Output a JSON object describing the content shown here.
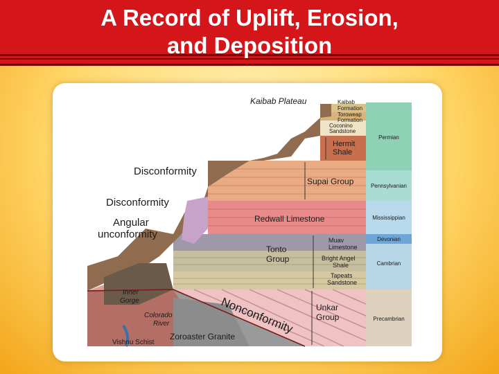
{
  "title_line1": "A Record of Uplift, Erosion,",
  "title_line2": "and Deposition",
  "colors": {
    "title_bg": "#d4161b",
    "title_text": "#ffffff",
    "background": "#ffd86a"
  },
  "diagram": {
    "plateau": "Kaibab Plateau",
    "formations": {
      "kaibab": "Kaibab",
      "kaibab2": "Formation",
      "toroweap": "Toroweap",
      "toroweap2": "Formation",
      "coconino": "Coconino",
      "coconino2": "Sandstone",
      "hermit": "Hermit",
      "hermit2": "Shale",
      "supai": "Supai Group",
      "redwall": "Redwall Limestone",
      "muav": "Muav",
      "muav2": "Limestone",
      "tonto": "Tonto",
      "tonto2": "Group",
      "bright": "Bright Angel",
      "bright2": "Shale",
      "tapeats": "Tapeats",
      "tapeats2": "Sandstone",
      "unkar": "Unkar",
      "unkar2": "Group",
      "zoroaster": "Zoroaster Granite",
      "vishnu": "Vishnu Schist",
      "inner": "Inner",
      "inner2": "Gorge",
      "colorado": "Colorado",
      "colorado2": "River"
    },
    "features": {
      "disconformity_upper": "Disconformity",
      "disconformity_lower": "Disconformity",
      "angular": "Angular",
      "angular2": "unconformity",
      "nonconformity": "Nonconformity"
    },
    "periods": {
      "permian": "Permian",
      "pennsylvanian": "Pennsylvanian",
      "mississippian": "Mississippian",
      "devonian": "Devonian",
      "cambrian": "Cambrian",
      "precambrian": "Precambrian"
    }
  }
}
